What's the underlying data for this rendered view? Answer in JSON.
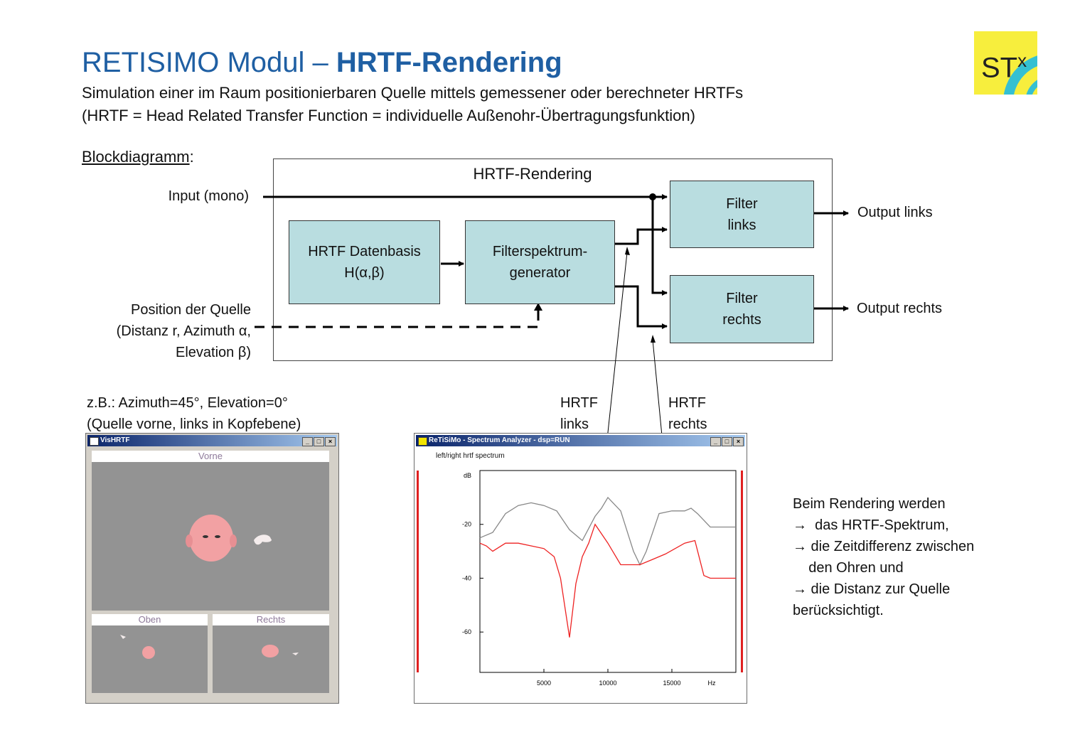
{
  "title": {
    "prefix": "RETISIMO Modul – ",
    "bold": "HRTF-Rendering"
  },
  "subtitle_1": "Simulation einer im Raum positionierbaren Quelle mittels gemessener oder berechneter HRTFs",
  "subtitle_2": "(HRTF = Head Related Transfer Function = individuelle Außenohr-Übertragungsfunktion)",
  "section": {
    "label": "Blockdiagramm",
    "colon": ":"
  },
  "logo": {
    "text": "ST",
    "sup": "x"
  },
  "diagram": {
    "frame_title": "HRTF-Rendering",
    "input": "Input (mono)",
    "position_1": "Position der Quelle",
    "position_2": "(Distanz r, Azimuth α,",
    "position_3": "Elevation β)",
    "db_line1": "HRTF Datenbasis",
    "db_line2": "H(α,β)",
    "gen_line1": "Filterspektrum-",
    "gen_line2": "generator",
    "fl_line1": "Filter",
    "fl_line2": "links",
    "fr_line1": "Filter",
    "fr_line2": "rechts",
    "out_left": "Output links",
    "out_right": "Output rechts",
    "hrtf_l1": "HRTF",
    "hrtf_l2": "links",
    "hrtf_r1": "HRTF",
    "hrtf_r2": "rechts"
  },
  "example": {
    "line1": "z.B.: Azimuth=45°, Elevation=0°",
    "line2": "(Quelle vorne, links in Kopfebene)"
  },
  "vishrtf": {
    "title": "VisHRTF",
    "pane_front": "Vorne",
    "pane_top": "Oben",
    "pane_right": "Rechts"
  },
  "analyzer": {
    "title": "ReTiSiMo - Spectrum Analyzer - dsp=RUN",
    "caption": "left/right hrtf spectrum"
  },
  "window_buttons": [
    "_",
    "□",
    "×"
  ],
  "note": "Beim Rendering werden\n→  das HRTF-Spektrum,\n→ die Zeitdifferenz zwischen\n    den Ohren und\n→ die Distanz zur Quelle\nberücksichtigt.",
  "colors": {
    "title": "#1f5fa3",
    "box": "#b9dde0",
    "left_curve": "#888888",
    "right_curve": "#ee2222"
  },
  "chart_data": {
    "type": "line",
    "title": "left/right hrtf spectrum",
    "xlabel": "Hz",
    "ylabel": "dB",
    "xlim": [
      0,
      20000
    ],
    "ylim": [
      -75,
      0
    ],
    "x_ticks": [
      5000,
      10000,
      15000
    ],
    "y_ticks": [
      -20,
      -40,
      -60
    ],
    "series": [
      {
        "color": "#888888",
        "x": [
          0,
          1000,
          2000,
          3000,
          4000,
          5000,
          6000,
          7000,
          8000,
          9000,
          9500,
          10000,
          11000,
          12000,
          12500,
          13000,
          14000,
          15000,
          16000,
          16500,
          17000,
          18000,
          20000
        ],
        "y": [
          -25,
          -23,
          -16,
          -13,
          -12,
          -13,
          -15,
          -22,
          -26,
          -17,
          -14,
          -10,
          -15,
          -30,
          -35,
          -30,
          -16,
          -15,
          -15,
          -14,
          -16,
          -21,
          -21
        ]
      },
      {
        "color": "#ee2222",
        "x": [
          0,
          500,
          1000,
          2000,
          3000,
          4000,
          5000,
          5800,
          6300,
          7000,
          7500,
          8000,
          8500,
          9000,
          10000,
          11000,
          12000,
          12500,
          13500,
          14500,
          16000,
          16800,
          17500,
          18000,
          20000
        ],
        "y": [
          -27,
          -28,
          -30,
          -27,
          -27,
          -28,
          -29,
          -32,
          -40,
          -62,
          -42,
          -32,
          -27,
          -20,
          -27,
          -35,
          -35,
          -35,
          -33,
          -31,
          -27,
          -26,
          -39,
          -40,
          -40
        ]
      }
    ]
  }
}
